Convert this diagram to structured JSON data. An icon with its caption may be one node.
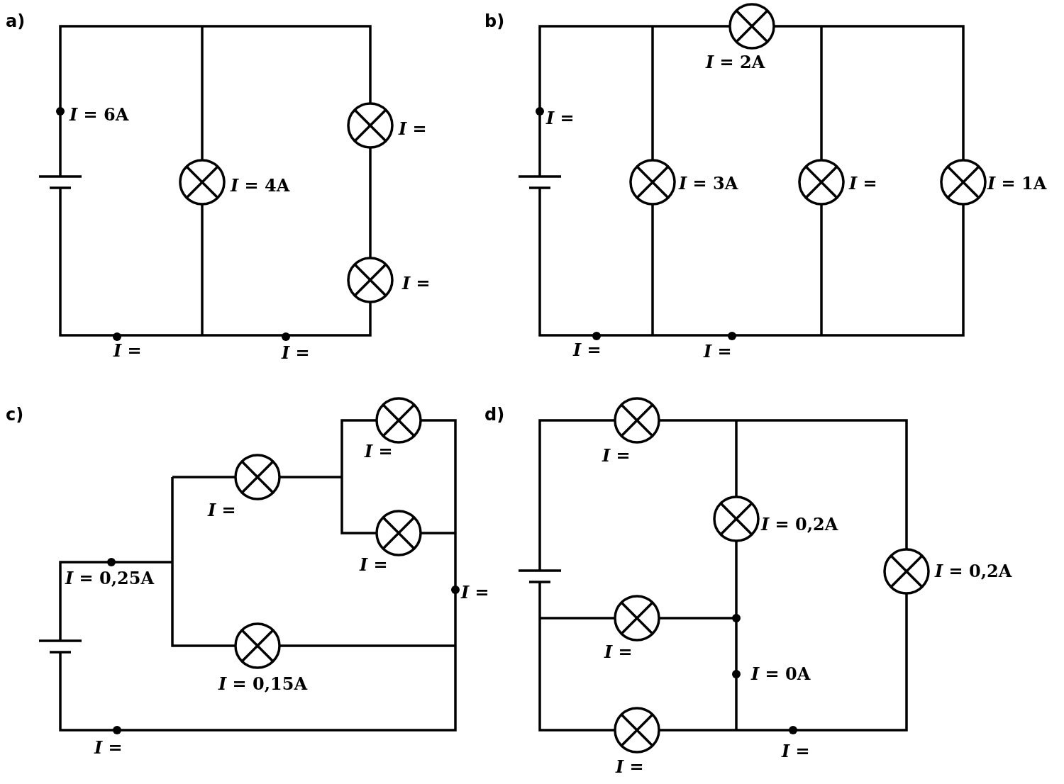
{
  "diagram": {
    "labels": [
      "a)",
      "b)",
      "*I* = 2A",
      "*I* = 6A",
      "*I* =",
      "*I* =",
      "*I* = 4A",
      "*I* = 3A",
      "*I* =",
      "*I* = 1A",
      "*I* =",
      "*I* =",
      "*I* =",
      "*I* =",
      "*I* =",
      "c)",
      "d)",
      "*I* =",
      "*I* =",
      "*I* =",
      "*I* = 0,2A",
      "*I* =",
      "*I* = 0,2A",
      "*I* = 0,25A",
      "*I* =",
      "*I* =",
      "*I* = 0A",
      "*I* = 0,15A",
      "*I* =",
      "*I* =",
      "*I* ="
    ]
  }
}
